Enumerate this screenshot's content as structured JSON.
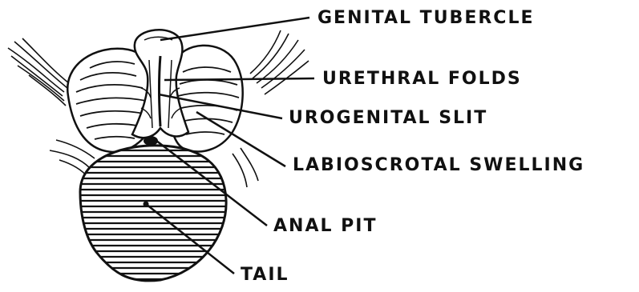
{
  "labels": {
    "genital_tubercle": "GENITAL TUBERCLE",
    "urethral_folds": "URETHRAL FOLDS",
    "urogenital_slit": "UROGENITAL SLIT",
    "labioscrotal_swelling": "LABIOSCROTAL SWELLING",
    "anal_pit": "ANAL PIT",
    "tail": "TAIL"
  },
  "colors": {
    "ink": "#111111",
    "background": "#ffffff"
  }
}
